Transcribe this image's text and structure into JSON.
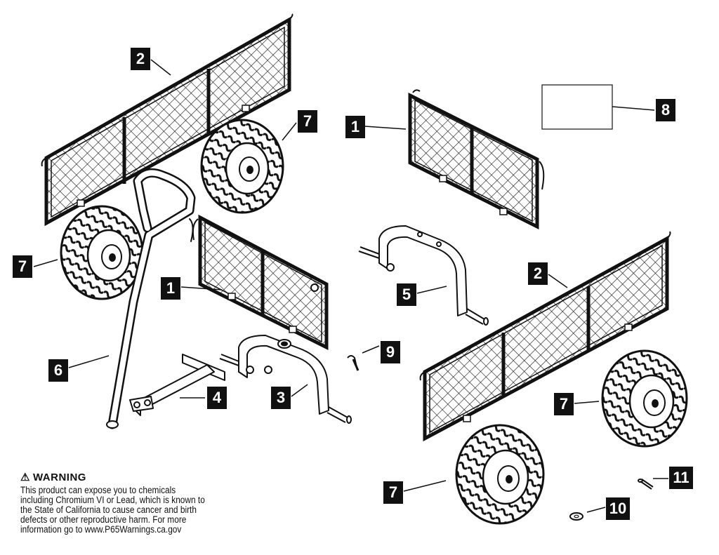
{
  "callouts": {
    "c2a": "2",
    "c7a": "7",
    "c1a": "1",
    "c8": "8",
    "c7b": "7",
    "c1b": "1",
    "c5": "5",
    "c2b": "2",
    "c9": "9",
    "c6": "6",
    "c4": "4",
    "c3": "3",
    "c7c": "7",
    "c7d": "7",
    "c11": "11",
    "c10": "10"
  },
  "warning": {
    "symbol": "⚠",
    "title": "WARNING",
    "body": "This product can expose you to chemicals\nincluding Chromium VI or Lead, which is known to\nthe State of California to cause cancer and birth\ndefects or other reproductive harm.  For more\ninformation go to www.P65Warnings.ca.gov"
  }
}
